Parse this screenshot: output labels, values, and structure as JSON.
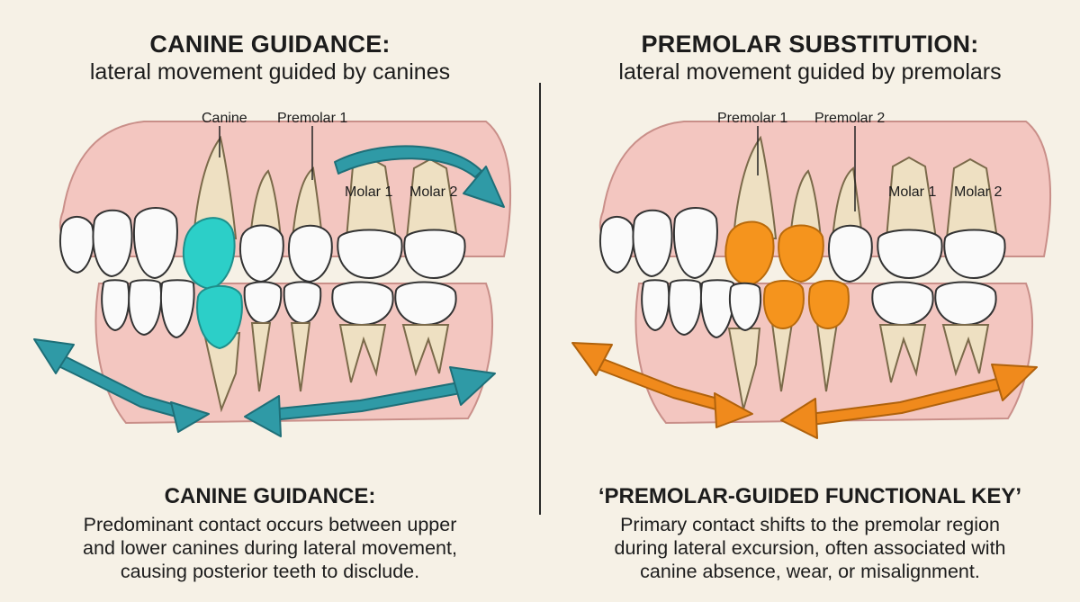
{
  "left": {
    "title": "CANINE GUIDANCE:",
    "subtitle": "lateral movement guided by canines",
    "labels": {
      "canine": "Canine",
      "premolar1": "Premolar 1",
      "molar1": "Molar 1",
      "molar2": "Molar 2"
    },
    "caption_title": "CANINE GUIDANCE:",
    "caption_lines": [
      "Predominant contact occurs between upper",
      "and lower canines during lateral movement,",
      "causing posterior teeth to disclude."
    ],
    "accent_color": "#2ccfc8",
    "arrow_color": "#2f9aa6"
  },
  "right": {
    "title": "PREMOLAR SUBSTITUTION:",
    "subtitle": "lateral movement guided by premolars",
    "labels": {
      "premolar1": "Premolar 1",
      "premolar2": "Premolar 2",
      "molar1": "Molar 1",
      "molar2": "Molar 2"
    },
    "caption_title": "‘PREMOLAR-GUIDED FUNCTIONAL KEY’",
    "caption_lines": [
      "Primary contact shifts to the premolar region",
      "during lateral excursion, often associated with",
      "canine absence, wear, or misalignment."
    ],
    "accent_color": "#f5941d",
    "arrow_color": "#f08a1c"
  }
}
